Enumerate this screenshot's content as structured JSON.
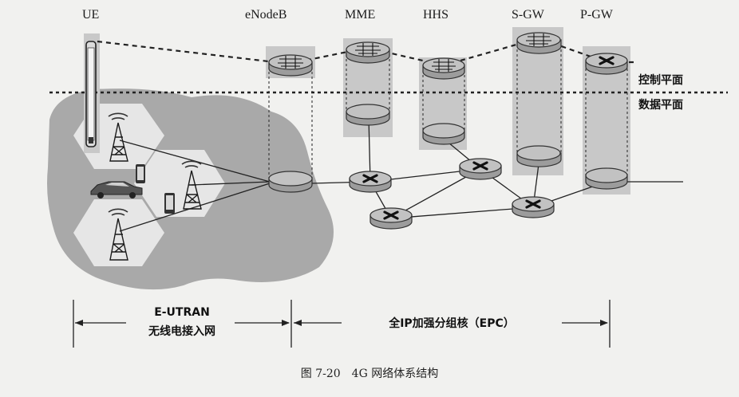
{
  "nodes": {
    "ue": "UE",
    "enodeb": "eNodeB",
    "mme": "MME",
    "hhs": "HHS",
    "sgw": "S-GW",
    "pgw": "P-GW"
  },
  "planes": {
    "control": "控制平面",
    "data": "数据平面"
  },
  "segments": {
    "eutran_line1": "E-UTRAN",
    "eutran_line2": "无线电接入网",
    "epc": "全IP加强分组核（EPC）"
  },
  "caption": "图 7-20　4G 网络体系结构",
  "colors": {
    "background": "#f1f1ef",
    "radio_area": "#a8a8a8",
    "cells": "#e6e6e6",
    "node_shade": "#c8c8c8",
    "router": "#9c9c9c"
  }
}
